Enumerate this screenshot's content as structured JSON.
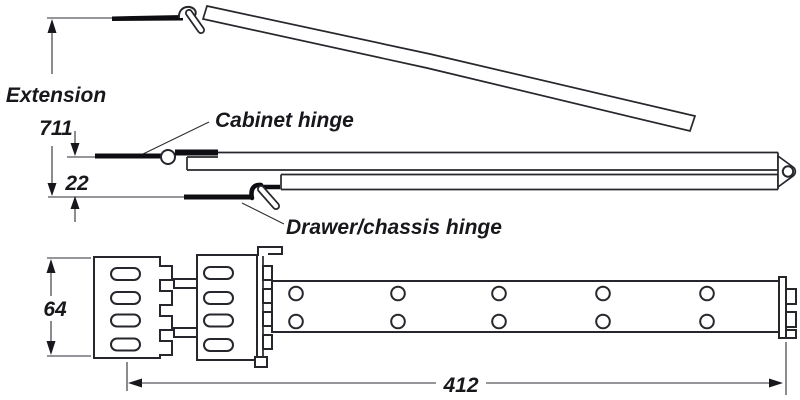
{
  "drawing": {
    "title": "Flap stay / drawer slide fitting technical drawing",
    "part_labels": {
      "cabinet_hinge": "Cabinet hinge",
      "drawer_chassis_hinge": "Drawer/chassis hinge"
    },
    "dimensions": {
      "extension_label": "Extension",
      "extension_value": "711",
      "closed_height": "22",
      "plate_width": "64",
      "rail_length": "412"
    },
    "colors": {
      "line": "#26262c",
      "solid_fill": "#0d0d12",
      "background": "#ffffff",
      "text": "#17171c"
    }
  }
}
